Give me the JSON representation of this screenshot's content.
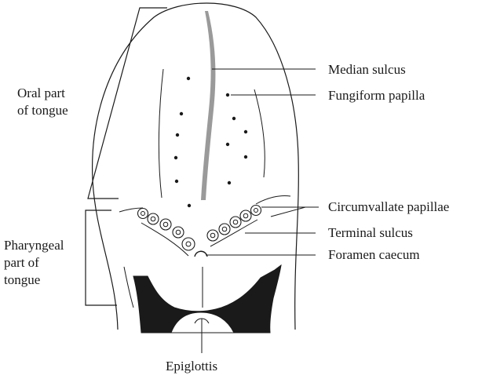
{
  "labels": {
    "median_sulcus": "Median sulcus",
    "fungiform_papilla": "Fungiform papilla",
    "circumvallate_papillae": "Circumvallate papillae",
    "terminal_sulcus": "Terminal sulcus",
    "foramen_caecum": "Foramen caecum",
    "epiglottis": "Epiglottis",
    "oral_part_line1": "Oral part",
    "oral_part_line2": "of tongue",
    "pharyngeal_line1": "Pharyngeal",
    "pharyngeal_line2": "part of",
    "pharyngeal_line3": "tongue"
  },
  "colors": {
    "ink": "#1a1a1a",
    "median_sulcus_fill": "#9a9a9a",
    "epiglottis_fill": "#1a1a1a",
    "background": "#ffffff"
  }
}
